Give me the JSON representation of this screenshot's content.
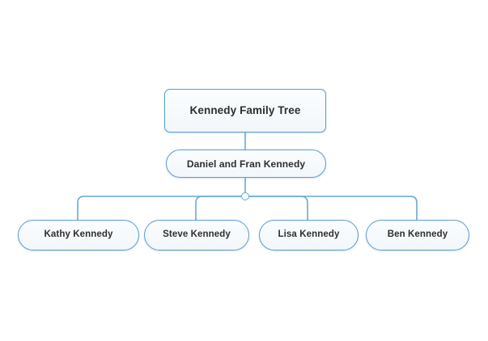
{
  "diagram": {
    "type": "org-chart",
    "title": "Kennedy Family Tree",
    "background_color": "#ffffff",
    "accent_color": "#5c9cd3",
    "node_fill_color": "#f7fafd",
    "text_color": "#2e2e2e",
    "root": {
      "id": "root",
      "label": "Kennedy Family Tree",
      "shape": "rounded-rectangle"
    },
    "parents": {
      "id": "parents",
      "label": "Daniel and Fran Kennedy",
      "shape": "pill"
    },
    "junction": {
      "id": "junction",
      "label": "branch-junction",
      "shape": "circle"
    },
    "children": [
      {
        "id": "child-0",
        "label": "Kathy Kennedy",
        "shape": "pill"
      },
      {
        "id": "child-1",
        "label": "Steve Kennedy",
        "shape": "pill"
      },
      {
        "id": "child-2",
        "label": "Lisa Kennedy",
        "shape": "pill"
      },
      {
        "id": "child-3",
        "label": "Ben Kennedy",
        "shape": "pill"
      }
    ]
  }
}
